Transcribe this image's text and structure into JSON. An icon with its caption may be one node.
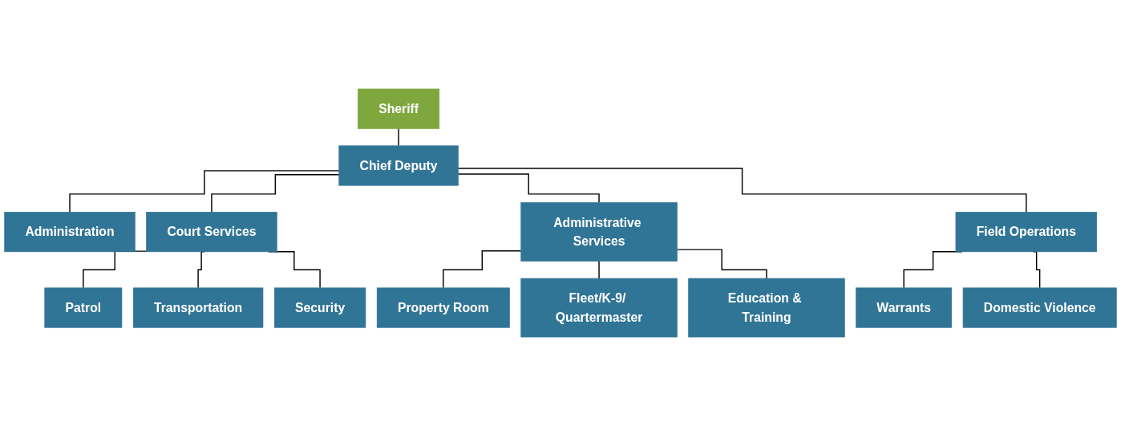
{
  "diagram": {
    "nodes": [
      {
        "text": [
          "Sheriff"
        ]
      },
      {
        "text": [
          "Chief Deputy"
        ]
      },
      {
        "text": [
          "Administration"
        ]
      },
      {
        "text": [
          "Court Services"
        ]
      },
      {
        "text": [
          "Administrative Services"
        ]
      },
      {
        "text": [
          "Field Operations"
        ]
      },
      {
        "text": [
          "Patrol"
        ]
      },
      {
        "text": [
          "Transportation"
        ]
      },
      {
        "text": [
          "Security"
        ]
      },
      {
        "text": [
          "Property Room"
        ]
      },
      {
        "text": [
          "Fleet/K-9/ Quartermaster"
        ]
      },
      {
        "text": [
          "Education & Training"
        ]
      },
      {
        "text": [
          "Warrants"
        ]
      },
      {
        "text": [
          "Domestic Violence"
        ]
      }
    ],
    "edges": [
      {
        "from": 0,
        "to": 1,
        "arrow": "none"
      },
      {
        "from": 1,
        "to": 2,
        "arrow": "none"
      },
      {
        "from": 1,
        "to": 3,
        "arrow": "none"
      },
      {
        "from": 1,
        "to": 4,
        "arrow": "none"
      },
      {
        "from": 1,
        "to": 5,
        "arrow": "none"
      },
      {
        "from": 3,
        "to": 6,
        "arrow": "none"
      },
      {
        "from": 3,
        "to": 7,
        "arrow": "none"
      },
      {
        "from": 3,
        "to": 8,
        "arrow": "none"
      },
      {
        "from": 4,
        "to": 9,
        "arrow": "none"
      },
      {
        "from": 4,
        "to": 10,
        "arrow": "none"
      },
      {
        "from": 4,
        "to": 11,
        "arrow": "none"
      },
      {
        "from": 5,
        "to": 12,
        "arrow": "none"
      },
      {
        "from": 5,
        "to": 13,
        "arrow": "none"
      }
    ]
  }
}
